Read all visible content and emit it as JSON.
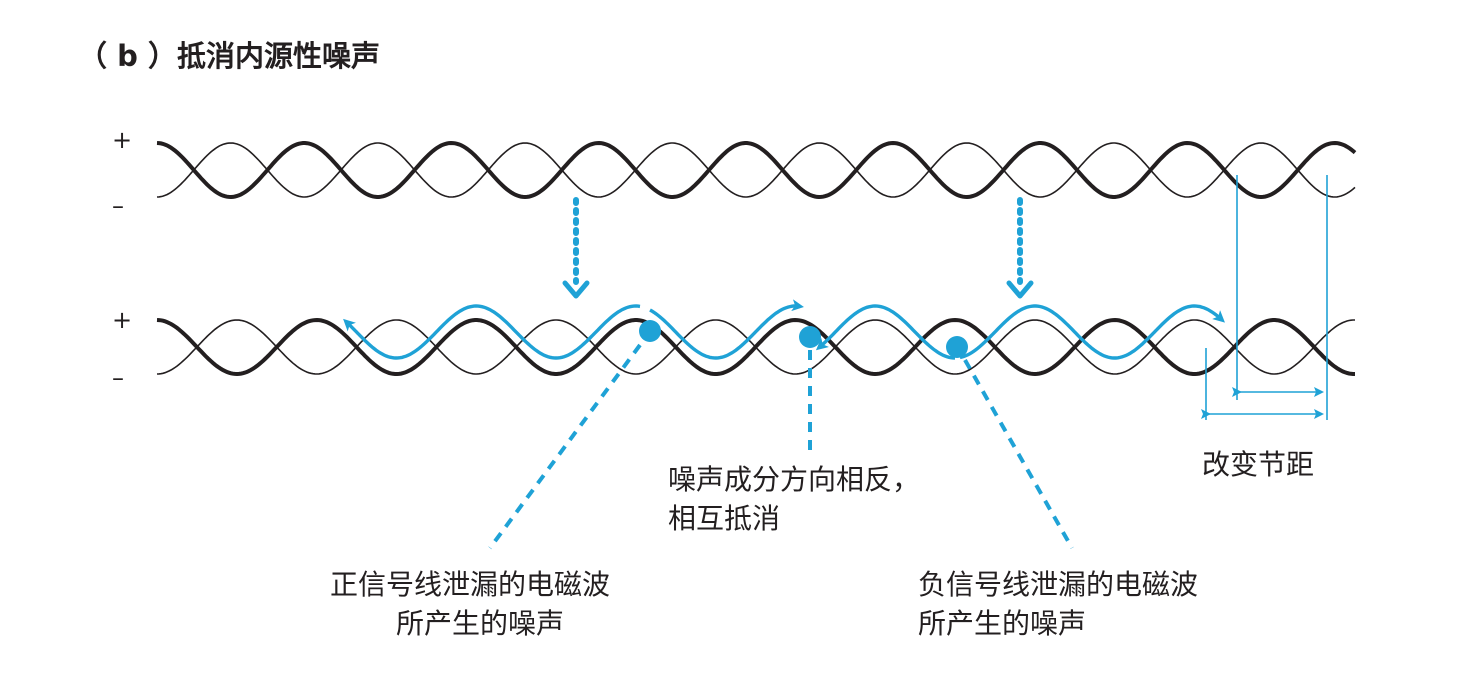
{
  "title": "（ b ）抵消内源性噪声",
  "signs": {
    "plus": "+",
    "minus": "–"
  },
  "labels": {
    "pitch_change": "改变节距",
    "cancel_line1": "噪声成分方向相反，",
    "cancel_line2": "相互抵消",
    "positive_line1": "正信号线泄漏的电磁波",
    "positive_line2": "所产生的噪声",
    "negative_line1": "负信号线泄漏的电磁波",
    "negative_line2": "所产生的噪声"
  },
  "colors": {
    "wire": "#231f20",
    "accent": "#1fa2d6"
  }
}
